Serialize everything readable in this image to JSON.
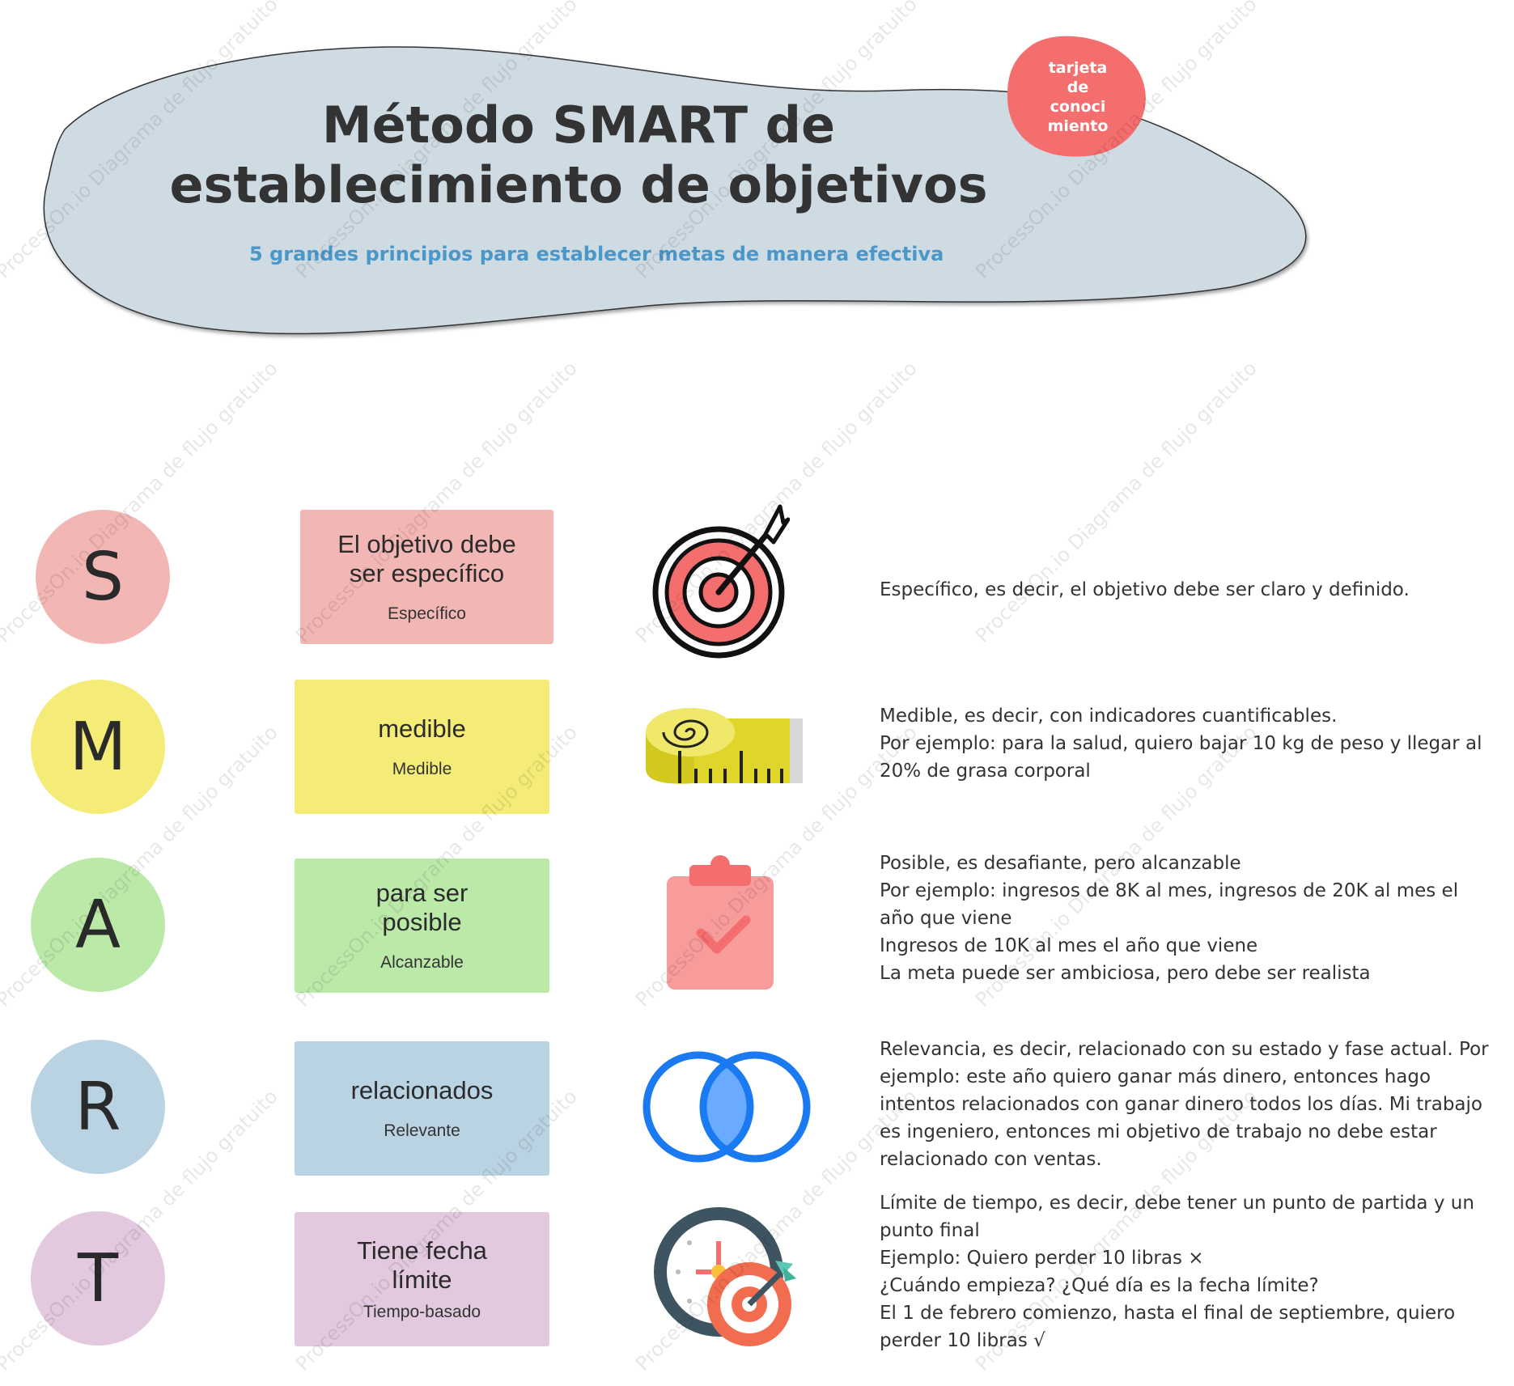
{
  "header": {
    "title_line1": "Método SMART de",
    "title_line2": "establecimiento de objetivos",
    "subtitle": "5 grandes principios para establecer metas de manera efectiva",
    "badge_lines": [
      "tarjeta",
      "de",
      "conoci",
      "miento"
    ]
  },
  "watermark": "ProcessOn.io Diagrama de flujo gratuito",
  "rows": [
    {
      "letter": "S",
      "letter_color": "#f2b7b5",
      "card_color": "#f2b7b5",
      "card_title": [
        "El objetivo debe",
        "ser específico"
      ],
      "card_sub": "Específico",
      "icon": "target-arrow-icon",
      "desc": [
        "Específico, es decir, el objetivo debe ser claro y definido."
      ]
    },
    {
      "letter": "M",
      "letter_color": "#f4ec77",
      "card_color": "#f4ec77",
      "card_title": [
        "medible"
      ],
      "card_sub": "Medible",
      "icon": "measuring-tape-icon",
      "desc": [
        "Medible, es decir, con indicadores cuantificables.",
        "Por ejemplo: para la salud, quiero bajar 10 kg de peso y llegar al 20% de grasa corporal"
      ]
    },
    {
      "letter": "A",
      "letter_color": "#bbe9a8",
      "card_color": "#bbe9a8",
      "card_title": [
        "para ser",
        "posible"
      ],
      "card_sub": "Alcanzable",
      "icon": "clipboard-check-icon",
      "desc": [
        "Posible, es desafiante, pero alcanzable",
        "Por ejemplo: ingresos de 8K al mes, ingresos de 20K al mes el año que viene",
        "Ingresos de 10K al mes el año que viene",
        "La meta puede ser ambiciosa, pero debe ser realista"
      ]
    },
    {
      "letter": "R",
      "letter_color": "#bad3e3",
      "card_color": "#bad3e3",
      "card_title": [
        "relacionados"
      ],
      "card_sub": "Relevante",
      "icon": "venn-circles-icon",
      "desc": [
        "Relevancia, es decir, relacionado con su estado y fase actual. Por ejemplo: este año quiero ganar más dinero, entonces hago intentos relacionados con ganar dinero todos los días. Mi trabajo es ingeniero, entonces mi objetivo de trabajo no debe estar relacionado con ventas."
      ]
    },
    {
      "letter": "T",
      "letter_color": "#e2c9df",
      "card_color": "#e2c9df",
      "card_title": [
        "Tiene fecha",
        "límite"
      ],
      "card_sub": "Tiempo-basado",
      "icon": "clock-target-icon",
      "desc": [
        "Límite de tiempo, es decir, debe tener un punto de partida y un punto final",
        "Ejemplo: Quiero perder 10 libras ×",
        "¿Cuándo empieza? ¿Qué día es la fecha límite?",
        "El 1 de febrero comienzo, hasta el final de septiembre, quiero perder 10 libras √"
      ]
    }
  ]
}
